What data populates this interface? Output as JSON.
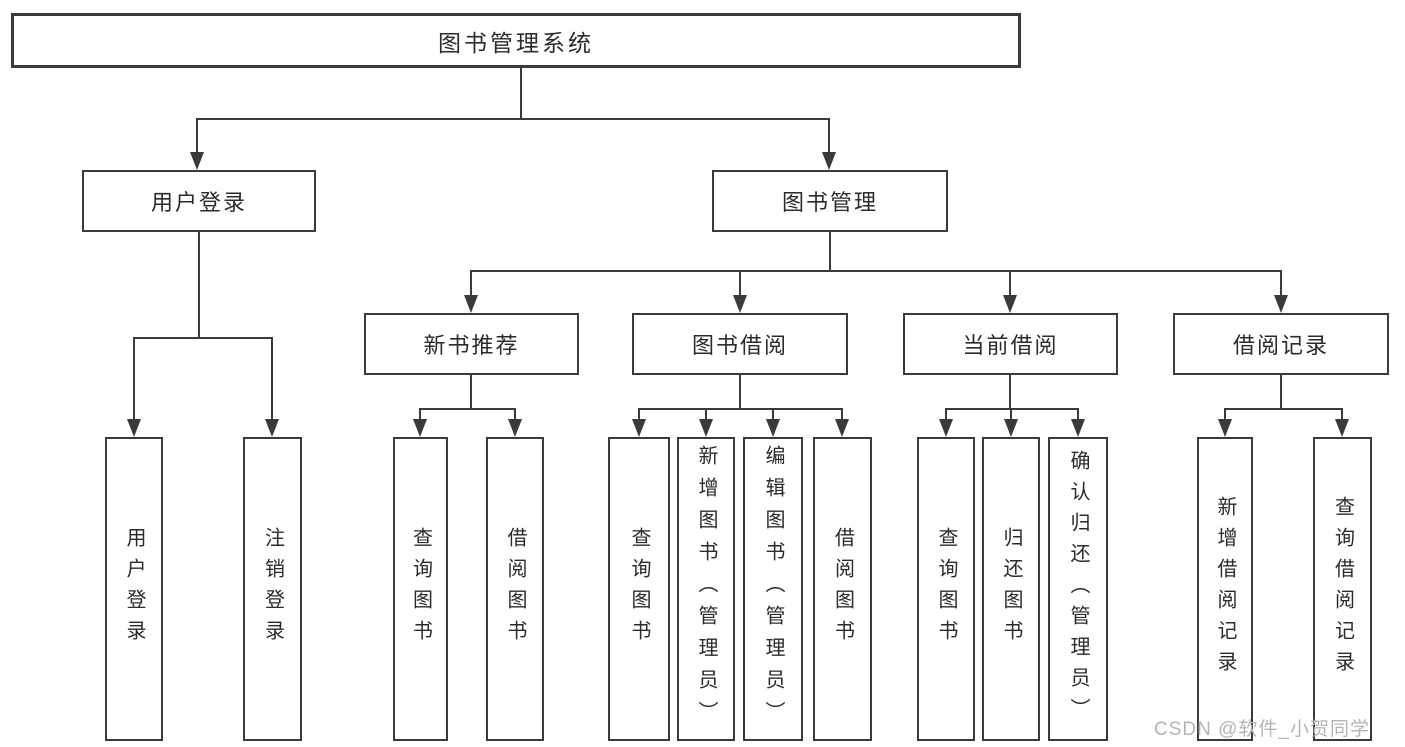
{
  "colors": {
    "line": "#3a3a3a",
    "text": "#2b2b2b",
    "box_fill": "#ffffff",
    "watermark": "#b5b5b5",
    "background": "#ffffff"
  },
  "diagram": {
    "root": "图书管理系统",
    "level2": {
      "user_login": "用户登录",
      "book_management": "图书管理"
    },
    "level3": {
      "new_book_recommend": "新书推荐",
      "book_borrow": "图书借阅",
      "current_borrow": "当前借阅",
      "borrow_records": "借阅记录"
    },
    "leaves": {
      "login": "用户登录",
      "logout": "注销登录",
      "recommend_query_books": "查询图书",
      "recommend_borrow_books": "借阅图书",
      "borrow_query_books": "查询图书",
      "borrow_add_books": "新增图书（管理员）",
      "borrow_edit_books": "编辑图书（管理员）",
      "borrow_borrow_books": "借阅图书",
      "current_query_books": "查询图书",
      "current_return_books": "归还图书",
      "current_confirm_return": "确认归还（管理员）",
      "records_add_record": "新增借阅记录",
      "records_query_record": "查询借阅记录"
    }
  },
  "watermark": "CSDN @软件_小贺同学"
}
